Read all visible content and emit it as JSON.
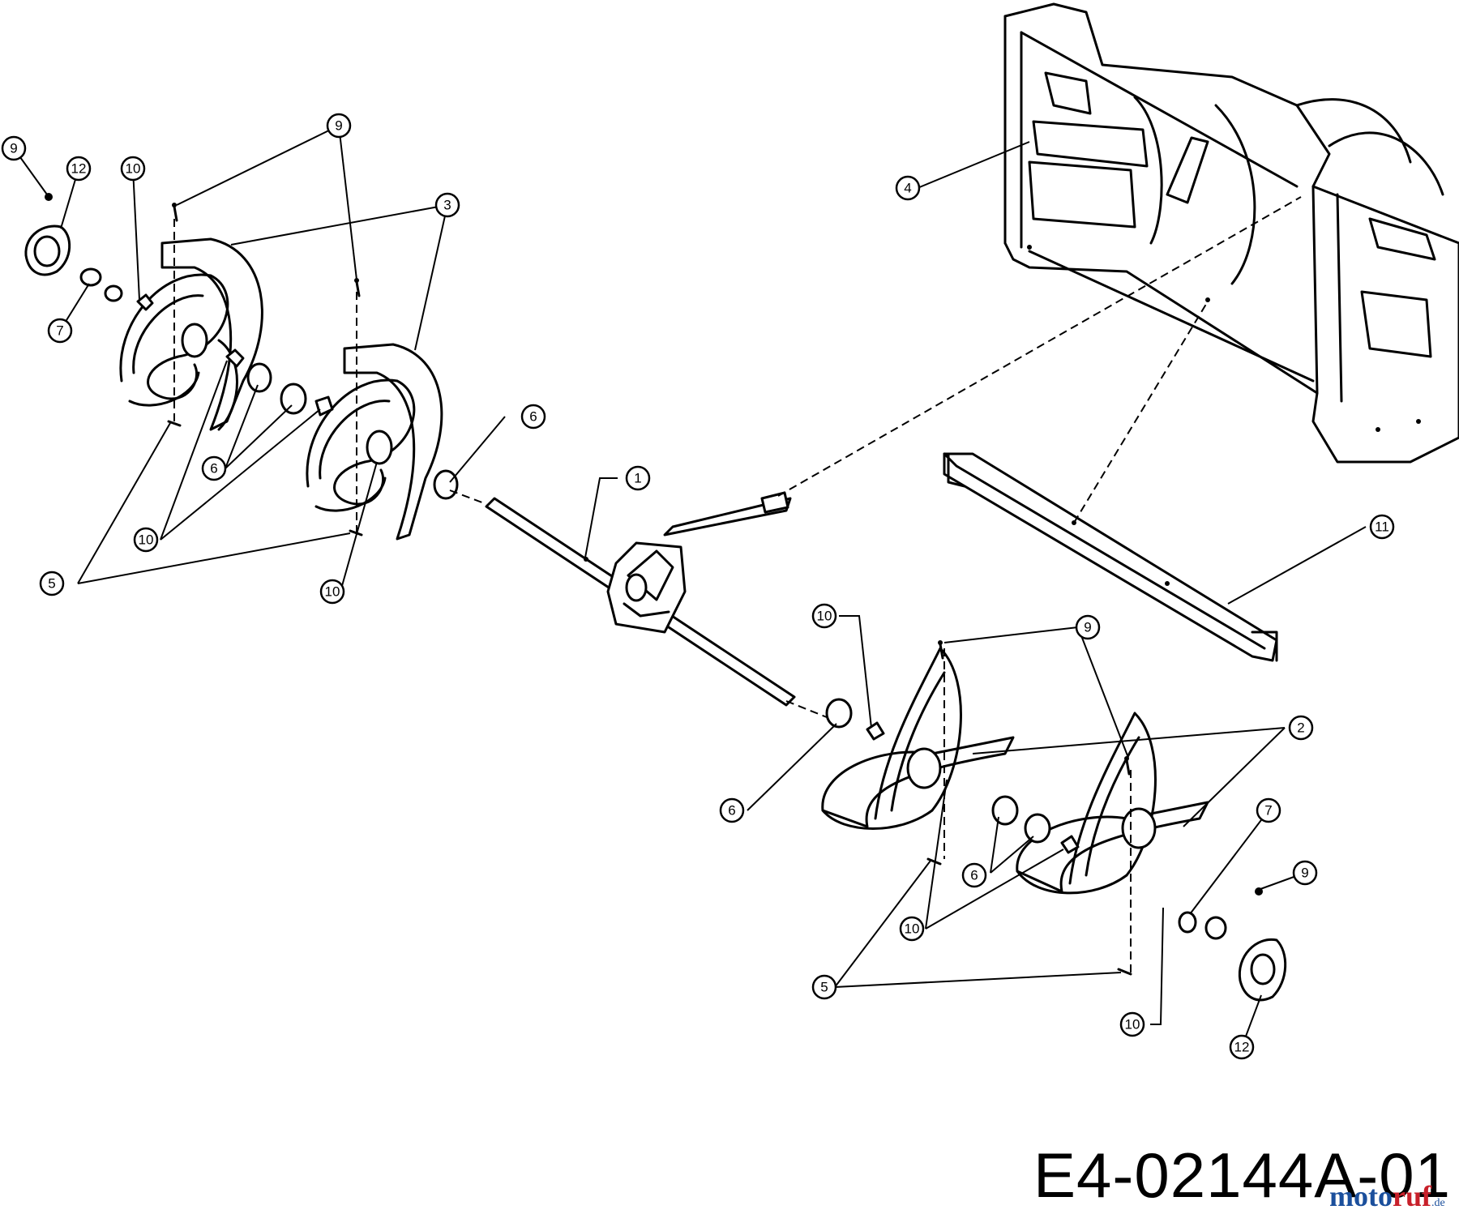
{
  "figure": {
    "drawing_number": "E4-02144A-01",
    "watermark": {
      "part1": "moto",
      "part2": "ruf",
      "part3": ".de"
    }
  },
  "callouts": [
    {
      "id": "c-9-top-left",
      "label": "9"
    },
    {
      "id": "c-12-top-left",
      "label": "12"
    },
    {
      "id": "c-10-top-left",
      "label": "10"
    },
    {
      "id": "c-9-top",
      "label": "9"
    },
    {
      "id": "c-3",
      "label": "3"
    },
    {
      "id": "c-7-left",
      "label": "7"
    },
    {
      "id": "c-6-left",
      "label": "6"
    },
    {
      "id": "c-6-mid-left",
      "label": "6"
    },
    {
      "id": "c-10-left-a",
      "label": "10"
    },
    {
      "id": "c-5-left",
      "label": "5"
    },
    {
      "id": "c-10-left-b",
      "label": "10"
    },
    {
      "id": "c-1",
      "label": "1"
    },
    {
      "id": "c-4",
      "label": "4"
    },
    {
      "id": "c-11",
      "label": "11"
    },
    {
      "id": "c-10-mid",
      "label": "10"
    },
    {
      "id": "c-9-right",
      "label": "9"
    },
    {
      "id": "c-2",
      "label": "2"
    },
    {
      "id": "c-6-right-a",
      "label": "6"
    },
    {
      "id": "c-6-right-b",
      "label": "6"
    },
    {
      "id": "c-7-right",
      "label": "7"
    },
    {
      "id": "c-9-far-right",
      "label": "9"
    },
    {
      "id": "c-10-right-a",
      "label": "10"
    },
    {
      "id": "c-5-right",
      "label": "5"
    },
    {
      "id": "c-10-right-b",
      "label": "10"
    },
    {
      "id": "c-12-right",
      "label": "12"
    }
  ]
}
